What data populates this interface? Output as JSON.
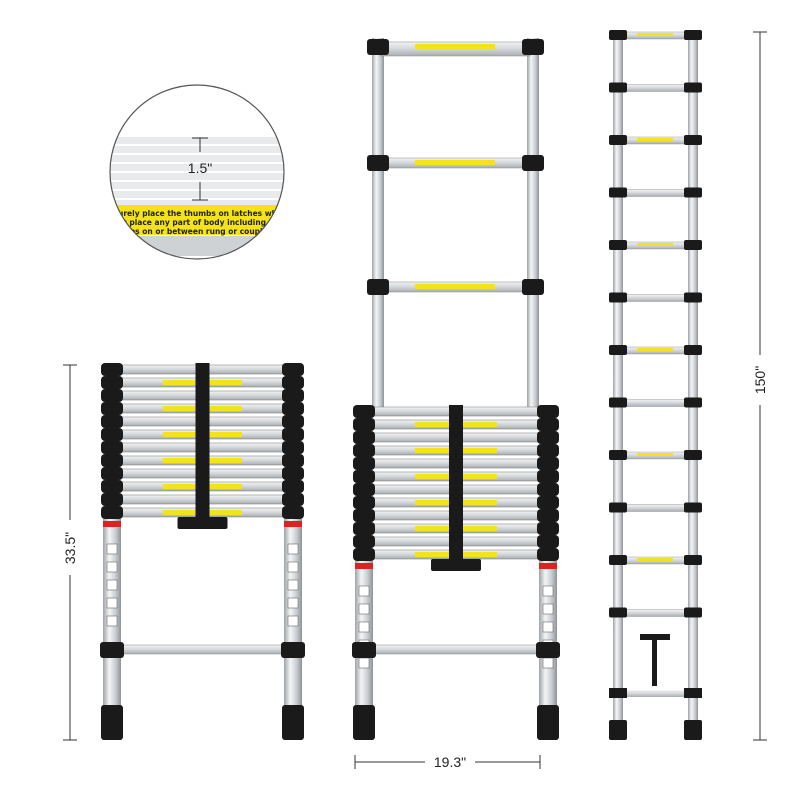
{
  "dimensions": {
    "rung_width": "1.5\"",
    "collapsed_height": "33.5\"",
    "ladder_width": "19.3\"",
    "extended_height": "150\""
  },
  "detail_callout": {
    "warning_lines": [
      "urely place the thumbs on latches wh",
      "ot place any part of body including h",
      "mbs on or between rung or coupli"
    ]
  },
  "colors": {
    "aluminum": "#d9dcdf",
    "black_parts": "#1a1a1a",
    "label_yellow": "#f4e31c",
    "dimension_line": "#333333"
  }
}
